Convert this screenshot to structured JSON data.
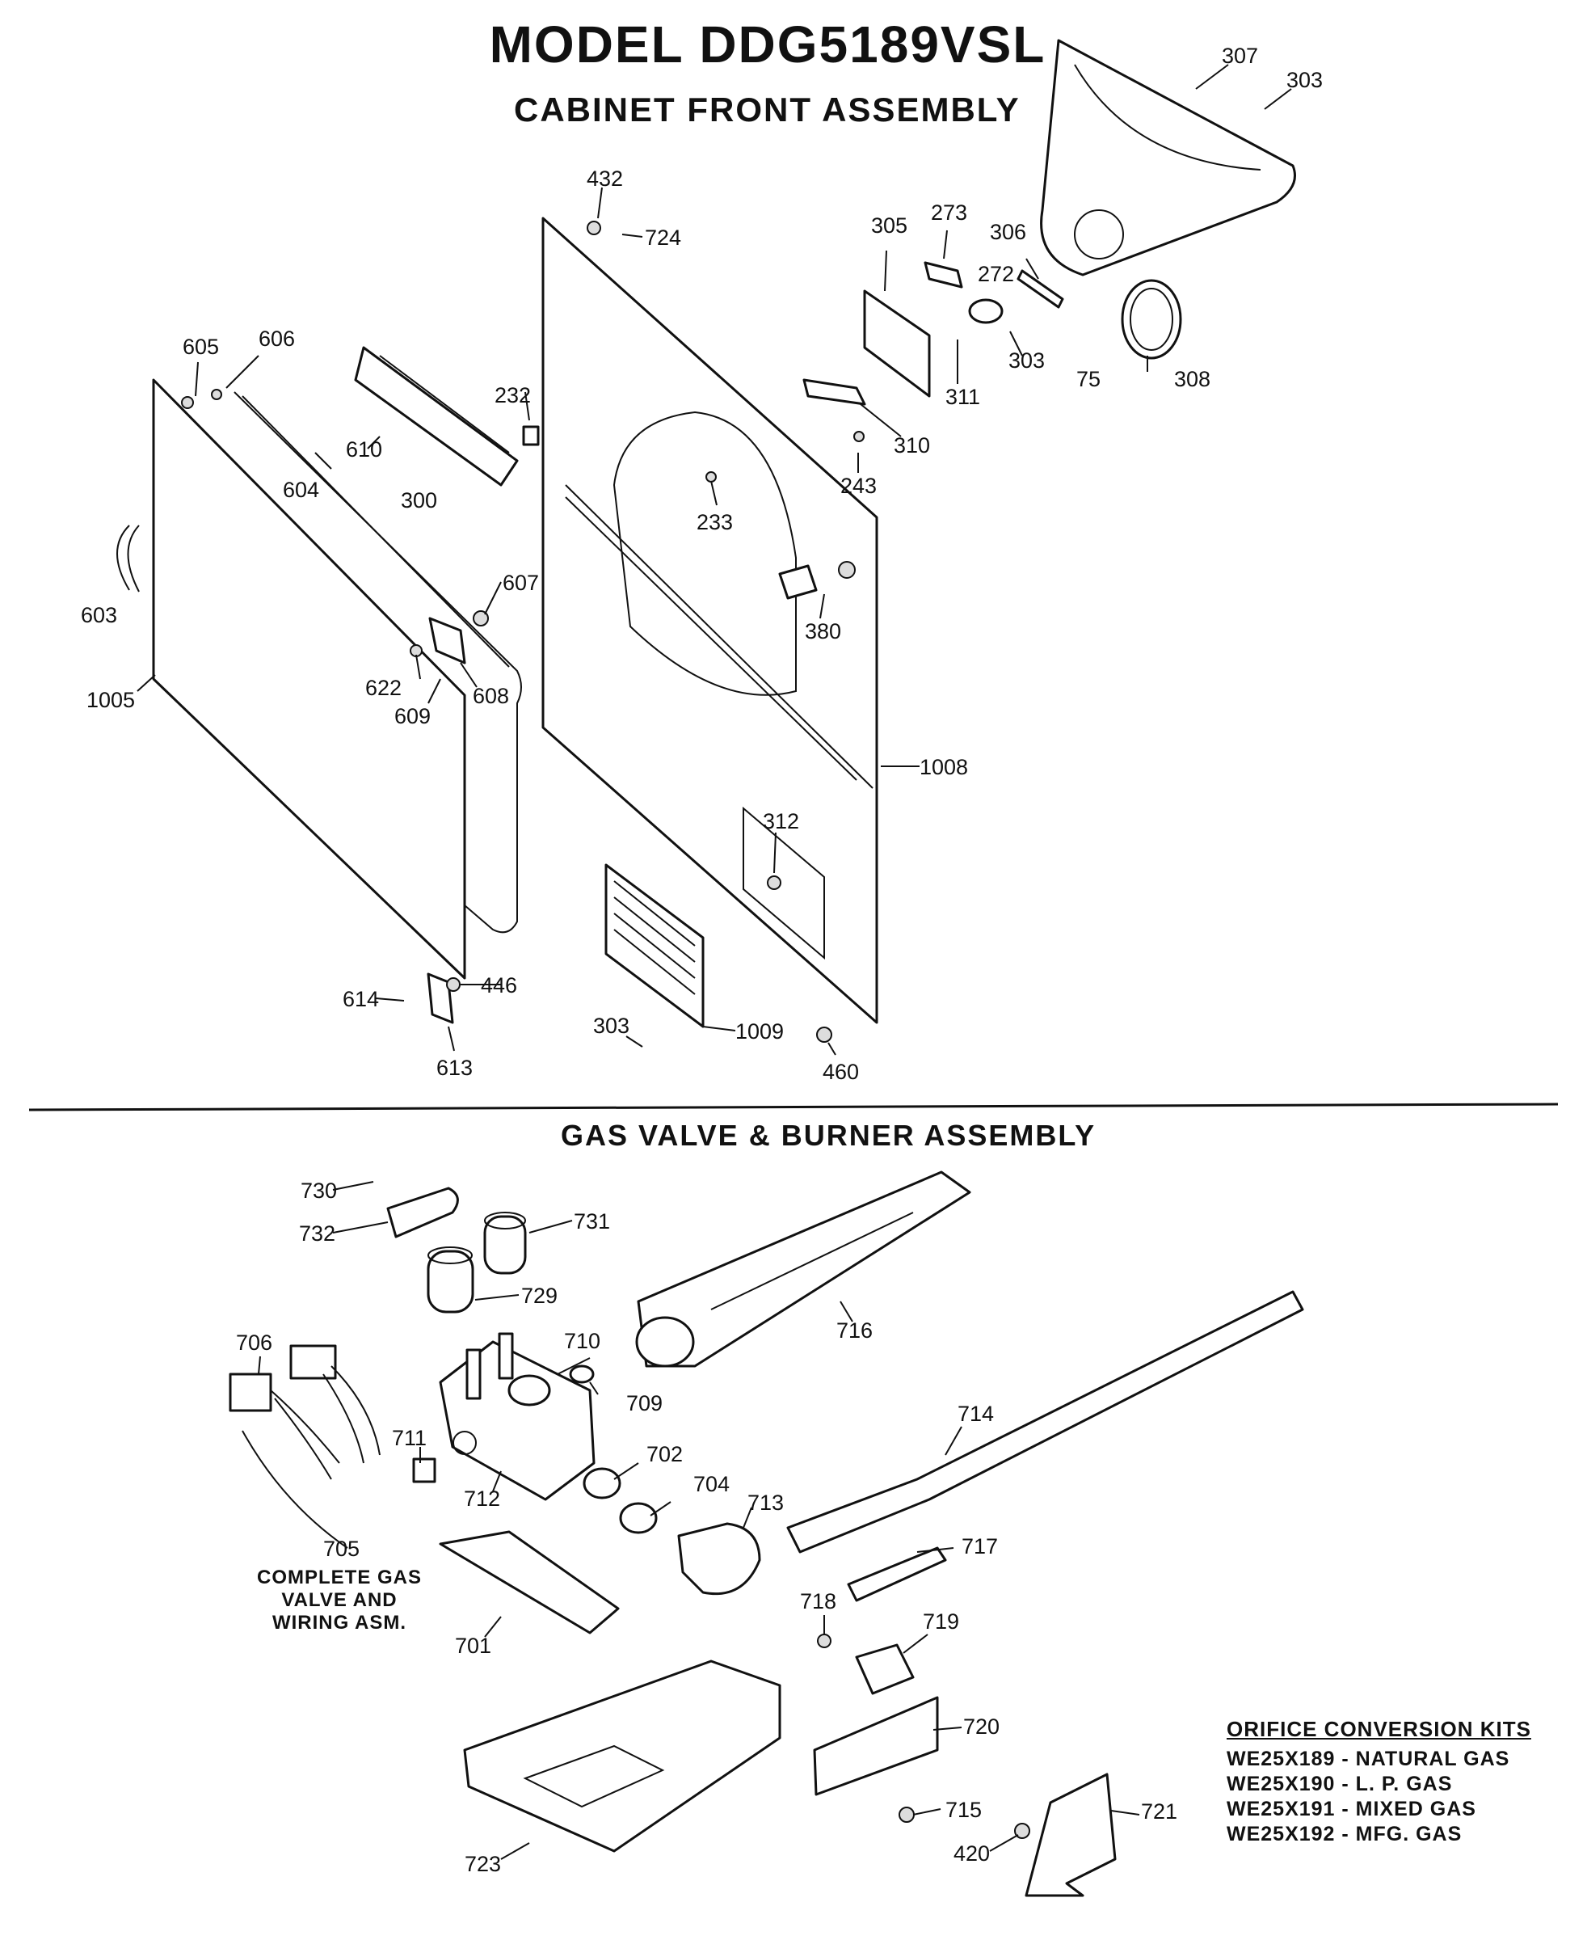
{
  "header": {
    "model_title": "MODEL DDG5189VSL",
    "section1_title": "CABINET FRONT ASSEMBLY",
    "section2_title": "GAS VALVE & BURNER ASSEMBLY"
  },
  "cabinet_front_callouts": [
    "307",
    "303",
    "432",
    "724",
    "305",
    "273",
    "306",
    "272",
    "303",
    "75",
    "308",
    "605",
    "606",
    "232",
    "311",
    "310",
    "610",
    "604",
    "300",
    "243",
    "233",
    "607",
    "380",
    "603",
    "622",
    "608",
    "609",
    "1005",
    "1008",
    "312",
    "614",
    "446",
    "613",
    "303",
    "1009",
    "460"
  ],
  "gas_valve_callouts": [
    "730",
    "731",
    "732",
    "729",
    "716",
    "706",
    "710",
    "709",
    "714",
    "711",
    "702",
    "712",
    "704",
    "713",
    "705",
    "717",
    "718",
    "719",
    "701",
    "720",
    "715",
    "721",
    "420",
    "723"
  ],
  "gas_valve_note": {
    "line1": "COMPLETE GAS",
    "line2": "VALVE AND",
    "line3": "WIRING ASM."
  },
  "orifice_kits": {
    "title": "ORIFICE CONVERSION KITS",
    "items": [
      "WE25X189 - NATURAL GAS",
      "WE25X190 - L. P. GAS",
      "WE25X191 - MIXED GAS",
      "WE25X192 - MFG. GAS"
    ]
  }
}
